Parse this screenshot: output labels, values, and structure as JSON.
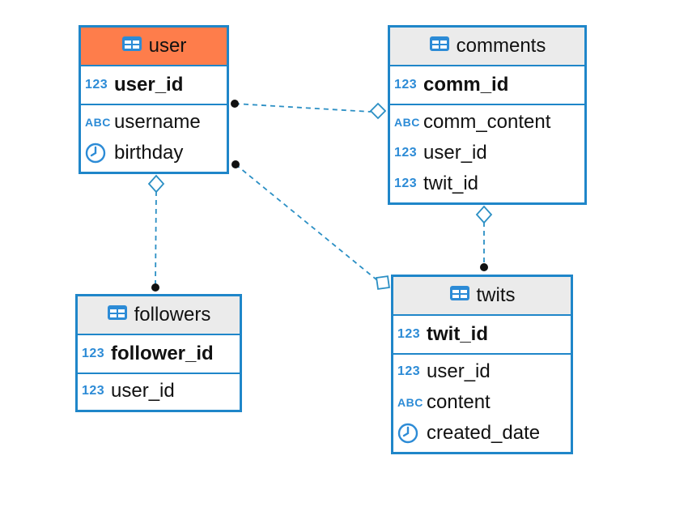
{
  "diagram": {
    "entities": [
      {
        "key": "user",
        "name": "user",
        "highlight": true,
        "primary_key": {
          "type_icon": "123",
          "name": "user_id"
        },
        "columns": [
          {
            "type_icon": "ABC",
            "name": "username"
          },
          {
            "type_icon": "clock-icon",
            "name": "birthday"
          }
        ]
      },
      {
        "key": "comments",
        "name": "comments",
        "highlight": false,
        "primary_key": {
          "type_icon": "123",
          "name": "comm_id"
        },
        "columns": [
          {
            "type_icon": "ABC",
            "name": "comm_content"
          },
          {
            "type_icon": "123",
            "name": "user_id"
          },
          {
            "type_icon": "123",
            "name": "twit_id"
          }
        ]
      },
      {
        "key": "followers",
        "name": "followers",
        "highlight": false,
        "primary_key": {
          "type_icon": "123",
          "name": "follower_id"
        },
        "columns": [
          {
            "type_icon": "123",
            "name": "user_id"
          }
        ]
      },
      {
        "key": "twits",
        "name": "twits",
        "highlight": false,
        "primary_key": {
          "type_icon": "123",
          "name": "twit_id"
        },
        "columns": [
          {
            "type_icon": "123",
            "name": "user_id"
          },
          {
            "type_icon": "ABC",
            "name": "content"
          },
          {
            "type_icon": "clock-icon",
            "name": "created_date"
          }
        ]
      }
    ],
    "relationships": [
      {
        "from": "user",
        "to": "comments",
        "from_end": "dot",
        "to_end": "diamond"
      },
      {
        "from": "user",
        "to": "followers",
        "from_end": "diamond",
        "to_end": "dot"
      },
      {
        "from": "user",
        "to": "twits",
        "from_end": "dot",
        "to_end": "square"
      },
      {
        "from": "comments",
        "to": "twits",
        "from_end": "diamond",
        "to_end": "dot"
      }
    ],
    "colors": {
      "border": "#1f86c9",
      "header_bg": "#ebebeb",
      "highlight_header_bg": "#fe7d4b",
      "icon": "#2c8bd6",
      "connector": "#2b8fc4"
    }
  }
}
